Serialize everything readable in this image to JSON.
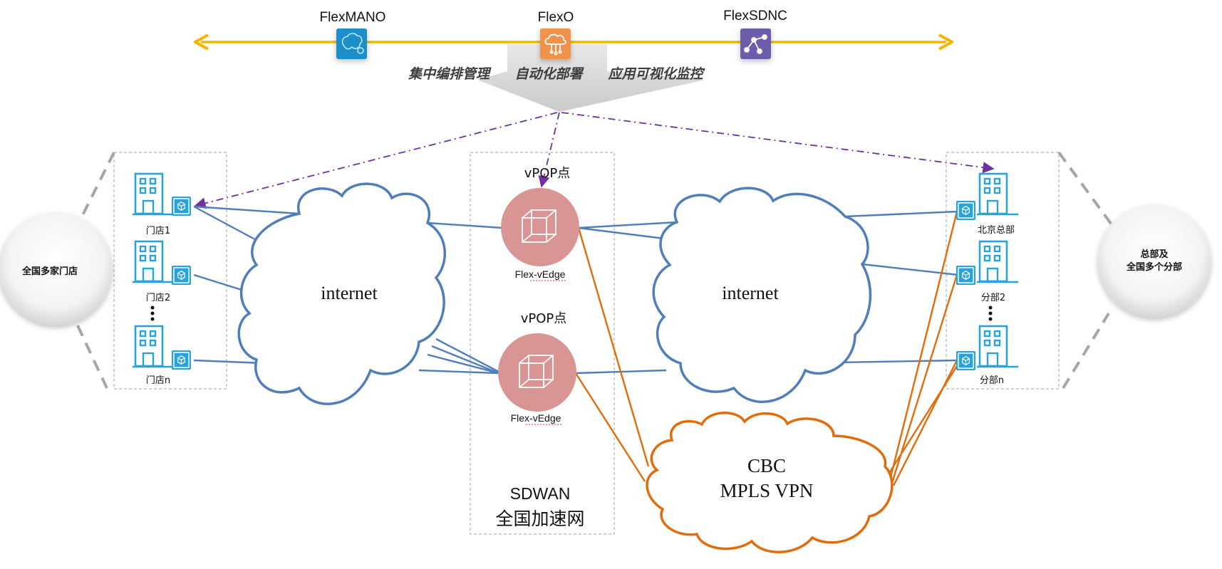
{
  "platform": {
    "flexmano": "FlexMANO",
    "flexo": "FlexO",
    "flexsdnc": "FlexSDNC",
    "capabilities": [
      "集中编排管理",
      "自动化部署",
      "应用可视化监控"
    ]
  },
  "left_group": {
    "summary": "全国多家门店",
    "sites": [
      "门店1",
      "门店2",
      "门店n"
    ]
  },
  "right_group": {
    "summary_line1": "总部及",
    "summary_line2": "全国多个分部",
    "sites": [
      "北京总部",
      "分部2",
      "分部n"
    ]
  },
  "clouds": {
    "left_internet": "internet",
    "right_internet": "internet",
    "cbc_line1": "CBC",
    "cbc_line2": "MPLS VPN"
  },
  "sdwan": {
    "pop_top_label": "vPOP点",
    "pop_bottom_label": "vPOP点",
    "edge_top_label": "Flex-vEdge",
    "edge_bottom_label": "Flex-vEdge",
    "title_line1": "SDWAN",
    "title_line2": "全国加速网"
  },
  "colors": {
    "timeline": "#F7B500",
    "link_blue": "#4F7EBB",
    "link_orange": "#E36C0A",
    "control_purple": "#7030A0",
    "building": "#29A3DD",
    "vedge": "#D99594",
    "flexmano_icon": "#1A8FC9",
    "flexo_icon": "#F0924A",
    "flexsdnc_icon": "#6E5DAA"
  }
}
